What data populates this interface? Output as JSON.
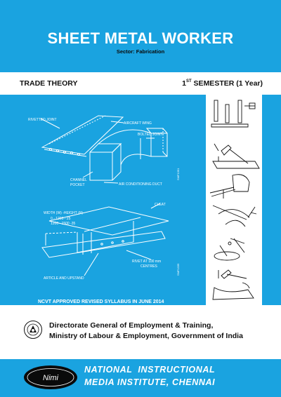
{
  "header": {
    "title": "SHEET METAL WORKER",
    "sector": "Sector: Fabrication"
  },
  "subheader": {
    "trade_theory": "TRADE THEORY",
    "semester_num": "1",
    "semester_sup": "ST",
    "semester_rest": " SEMESTER (1 Year)"
  },
  "illustration_top": {
    "rivetted_joint": "RIVETTED JOINT",
    "aircraft_wing": "AIRCRAFT WING",
    "bolted_joint": "BOLTED JOINT",
    "channel_pocket_1": "CHANNEL",
    "channel_pocket_2": "POCKET",
    "air_duct": "AIR CONDITIONING DUCT",
    "code": "SMF1391"
  },
  "illustration_bottom": {
    "cleat": "CLEAT",
    "width_height": "WIDTH (W) -HEIGHT (H)",
    "dim1": "0 - 1200 - 25",
    "dim2": "1200 - 1500 -35",
    "rivet_1": "RIVET AT 100 mm",
    "rivet_2": "CENTRES",
    "article": "ARTICLE AND UPSTAND",
    "code": "SMF1339"
  },
  "ncvt_note": "NCVT APPROVED REVISED SYLLABUS IN JUNE 2014",
  "dg": {
    "line1": "Directorate General of Employment & Training,",
    "line2": "Ministry of Labour & Employment, Government of India"
  },
  "footer": {
    "logo": "Nimi",
    "line1": "NATIONAL  INSTRUCTIONAL",
    "line2": "MEDIA INSTITUTE, CHENNAI"
  },
  "colors": {
    "brand_blue": "#1aa3e0"
  }
}
